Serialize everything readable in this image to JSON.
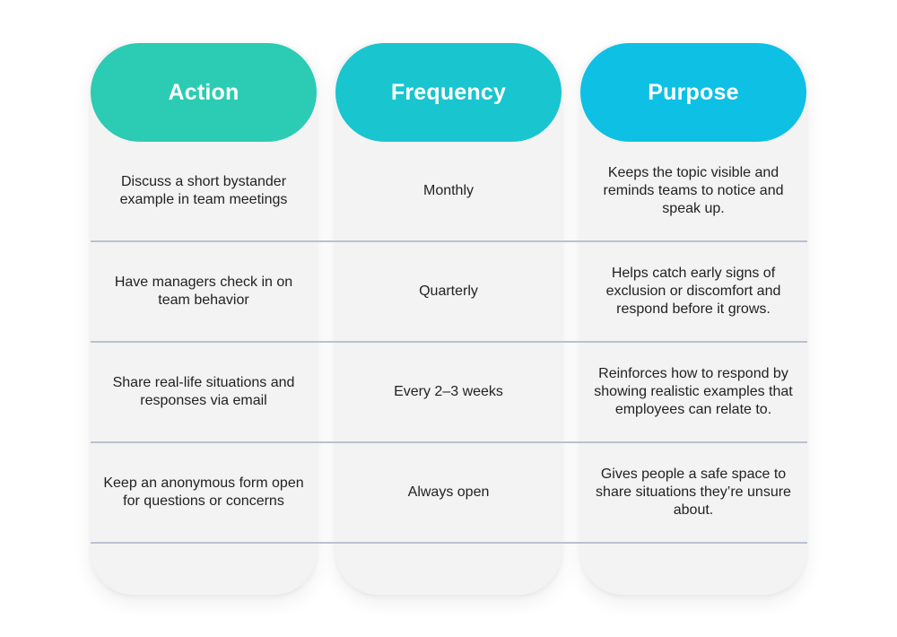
{
  "headers": {
    "action": "Action",
    "frequency": "Frequency",
    "purpose": "Purpose"
  },
  "colors": {
    "action": "#2ccbb3",
    "frequency": "#19c5cf",
    "purpose": "#0ec0e4",
    "card": "#f3f3f3",
    "divider": "#b9c2cf"
  },
  "rows": [
    {
      "action": "Discuss a short bystander example in team meetings",
      "frequency": "Monthly",
      "purpose": "Keeps the topic visible and reminds teams to notice and speak up."
    },
    {
      "action": "Have managers check in on team behavior",
      "frequency": "Quarterly",
      "purpose": "Helps catch early signs of exclusion or discomfort and respond before it grows."
    },
    {
      "action": "Share real-life situations and responses via email",
      "frequency": "Every 2–3 weeks",
      "purpose": "Reinforces how to respond by showing realistic examples that employees can relate to."
    },
    {
      "action": "Keep an anonymous form open for questions or concerns",
      "frequency": "Always open",
      "purpose": "Gives people a safe space to share situations they’re unsure about."
    }
  ]
}
